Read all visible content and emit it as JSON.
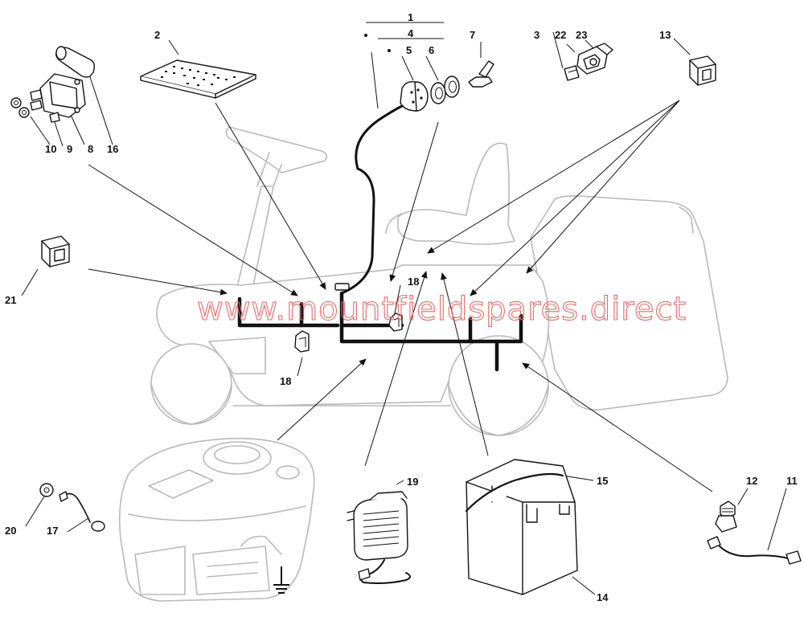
{
  "callouts": {
    "c1": "1",
    "c2": "2",
    "c3": "3",
    "c4": "4",
    "c5": "5",
    "c6": "6",
    "c7": "7",
    "c8": "8",
    "c9": "9",
    "c10": "10",
    "c11": "11",
    "c12": "12",
    "c13": "13",
    "c14": "14",
    "c15": "15",
    "c16": "16",
    "c17": "17",
    "c18a": "18",
    "c18b": "18",
    "c19": "19",
    "c20": "20",
    "c21": "21",
    "c22": "22",
    "c23": "23"
  },
  "watermark": "www.mountfieldspares.direct",
  "colors": {
    "line": "#111111",
    "ghost": "#b9b9b9",
    "watermark": "#e06a6a"
  }
}
